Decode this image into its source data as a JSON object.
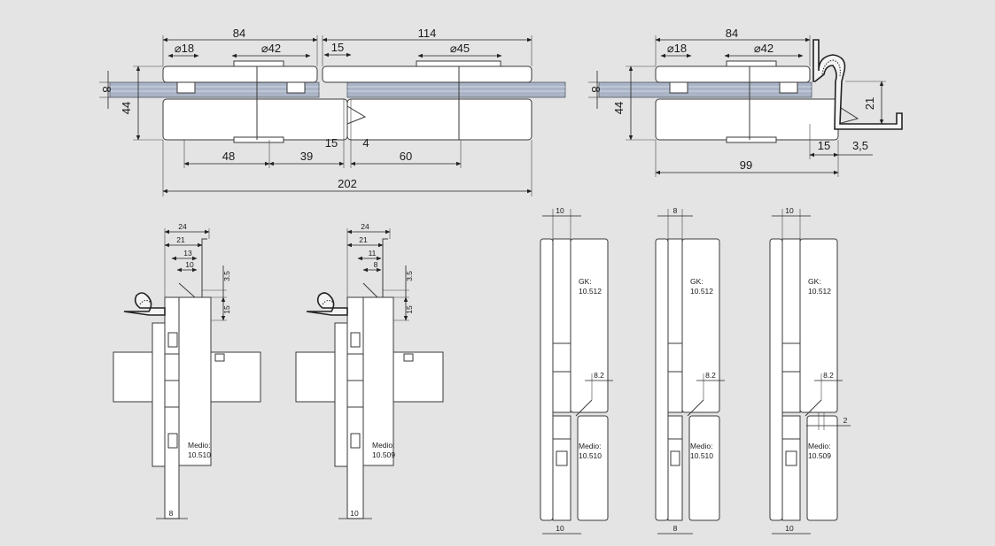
{
  "dimensions": {
    "top_left": {
      "width_84": "84",
      "dia_18": "⌀18",
      "dia_42": "⌀42",
      "width_114": "114",
      "gap_15": "15",
      "dia_45": "⌀45",
      "thick_8": "8",
      "thick_44": "44",
      "bottom_15": "15",
      "bottom_4": "4",
      "d48": "48",
      "d39": "39",
      "d60": "60",
      "total_202": "202"
    },
    "top_right": {
      "width_84": "84",
      "dia_18": "⌀18",
      "dia_42": "⌀42",
      "thick_8": "8",
      "thick_44": "44",
      "h21": "21",
      "d15": "15",
      "d3_5": "3,5",
      "d99": "99"
    },
    "section_a": {
      "d24": "24",
      "d21": "21",
      "d13": "13",
      "d10": "10",
      "d3_5": "3.5",
      "d15": "15",
      "bottom": "8"
    },
    "section_b": {
      "d24": "24",
      "d21": "21",
      "d11": "11",
      "d8": "8",
      "d3_5": "3.5",
      "d15": "15",
      "bottom": "10"
    },
    "side_1": {
      "top": "10",
      "d8_2": "8.2",
      "bottom": "10"
    },
    "side_2": {
      "top": "8",
      "d8_2": "8.2",
      "bottom": "8"
    },
    "side_3": {
      "top": "10",
      "d8_2": "8.2",
      "d2": "2",
      "bottom": "10"
    }
  },
  "labels": {
    "section_a": {
      "medio": "Medio:",
      "code": "10.510"
    },
    "section_b": {
      "medio": "Medio:",
      "code": "10.509"
    },
    "side_1": {
      "gk": "GK:",
      "gk_code": "10.512",
      "medio": "Medio:",
      "code": "10.510"
    },
    "side_2": {
      "gk": "GK:",
      "gk_code": "10.512",
      "medio": "Medio:",
      "code": "10.510"
    },
    "side_3": {
      "gk": "GK:",
      "gk_code": "10.512",
      "medio": "Medio:",
      "code": "10.509"
    }
  }
}
